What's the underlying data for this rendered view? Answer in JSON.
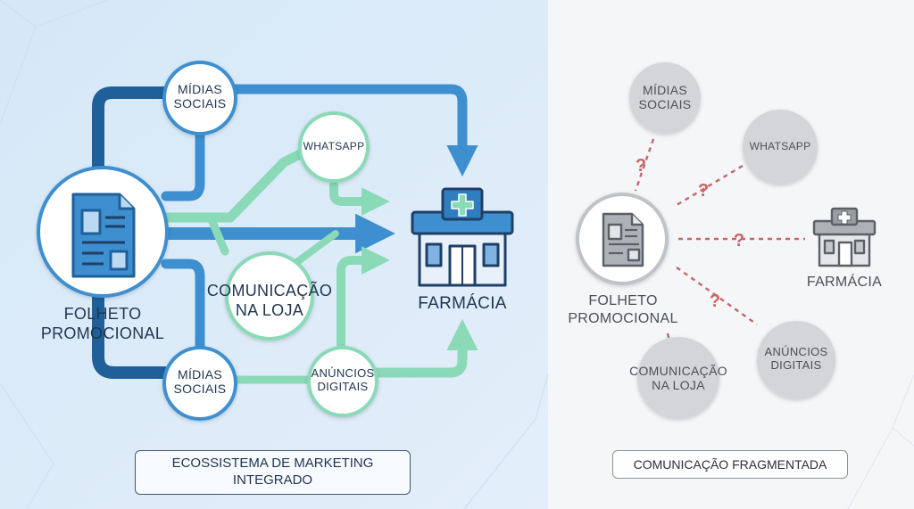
{
  "integrated": {
    "nodes": {
      "social_top": "MÍDIAS\nSOCIAIS",
      "whatsapp": "WHATSAPP",
      "store_comm": "COMUNICAÇÃO\nNA LOJA",
      "social_bottom": "MÍDIAS\nSOCIAIS",
      "digital_ads": "ANÚNCIOS\nDIGITAIS",
      "leaflet": "FOLHETO\nPROMOCIONAL",
      "pharmacy": "FARMÁCIA"
    },
    "caption": "ECOSSISTEMA DE MARKETING\nINTEGRADO"
  },
  "fragmented": {
    "nodes": {
      "social": "MÍDIAS\nSOCIAIS",
      "whatsapp": "WHATSAPP",
      "leaflet": "FOLHETO\nPROMOCIONAL",
      "pharmacy": "FARMÁCIA",
      "store_comm": "COMUNICAÇÃO\nNA LOJA",
      "digital_ads": "ANÚNCIOS\nDIGITAIS"
    },
    "question_mark": "?",
    "caption": "COMUNICAÇÃO FRAGMENTADA"
  },
  "colors": {
    "blue": "#3d8fd0",
    "dark_blue": "#1f5f9a",
    "green": "#8ad9b7",
    "grey": "#9a9da3",
    "question": "#c9646a"
  }
}
